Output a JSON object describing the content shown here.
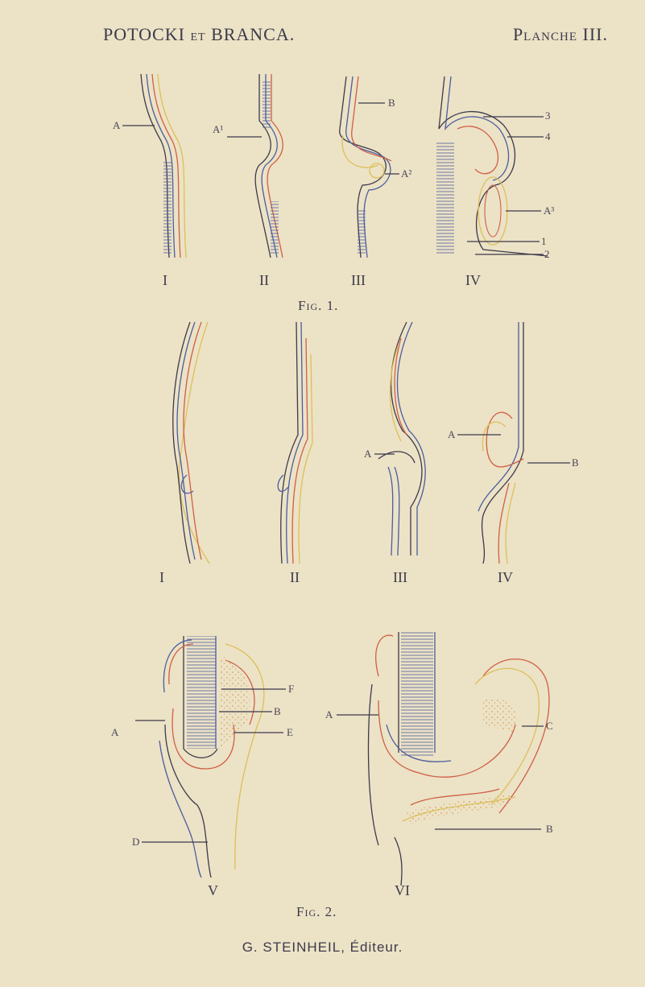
{
  "header": {
    "left_main": "POTOCKI",
    "left_small": "ET",
    "left_tail": "BRANCA.",
    "right_main": "Planche",
    "right_num": "III."
  },
  "fig1": {
    "caption": "Fig. 1.",
    "numerals": [
      "I",
      "II",
      "III",
      "IV"
    ],
    "labels": {
      "a": "A",
      "a1": "A¹",
      "b": "B",
      "a2": "A²",
      "n3": "3",
      "n4": "4",
      "a3": "A³",
      "n1": "1",
      "n2": "2"
    }
  },
  "fig2": {
    "caption": "Fig. 2.",
    "numerals": [
      "I",
      "II",
      "III",
      "IV",
      "V",
      "VI"
    ],
    "labels": {
      "a_iii": "A",
      "a_iv": "A",
      "b_iv": "B",
      "f": "F",
      "b_v": "B",
      "e": "E",
      "a_v": "A",
      "d": "D",
      "a_vi": "A",
      "c": "C",
      "b_vi": "B"
    }
  },
  "footer": "G. STEINHEIL, Éditeur.",
  "colors": {
    "paper": "#ece2c6",
    "blue": "#4b5d9e",
    "red": "#cf5f45",
    "yellow": "#dcc05a",
    "ink": "#3c3a4a"
  }
}
